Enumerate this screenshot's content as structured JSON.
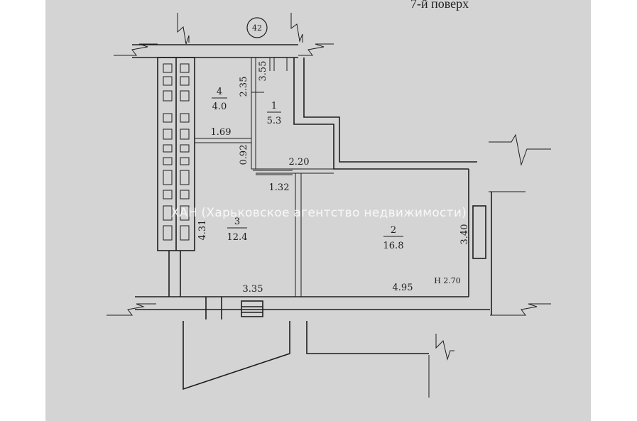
{
  "header": {
    "floor_label": "7-й поверх"
  },
  "axis_marker": "42",
  "watermark": "ХАН (Харьковское агентство недвижимости)",
  "rooms": [
    {
      "number": "4",
      "area": "4.0"
    },
    {
      "number": "1",
      "area": "5.3"
    },
    {
      "number": "3",
      "area": "12.4"
    },
    {
      "number": "2",
      "area": "16.8"
    }
  ],
  "dimensions": {
    "d_235": "2.35",
    "d_355": "3.55",
    "d_169": "1.69",
    "d_092": "0.92",
    "d_220": "2.20",
    "d_132": "1.32",
    "d_431": "4.31",
    "d_335": "3.35",
    "d_495": "4.95",
    "d_340": "3.40",
    "ceiling_height": "H 2.70"
  },
  "colors": {
    "paper": "#d4d4d4",
    "ink": "#1e1e1e",
    "watermark": "#ffffff"
  }
}
